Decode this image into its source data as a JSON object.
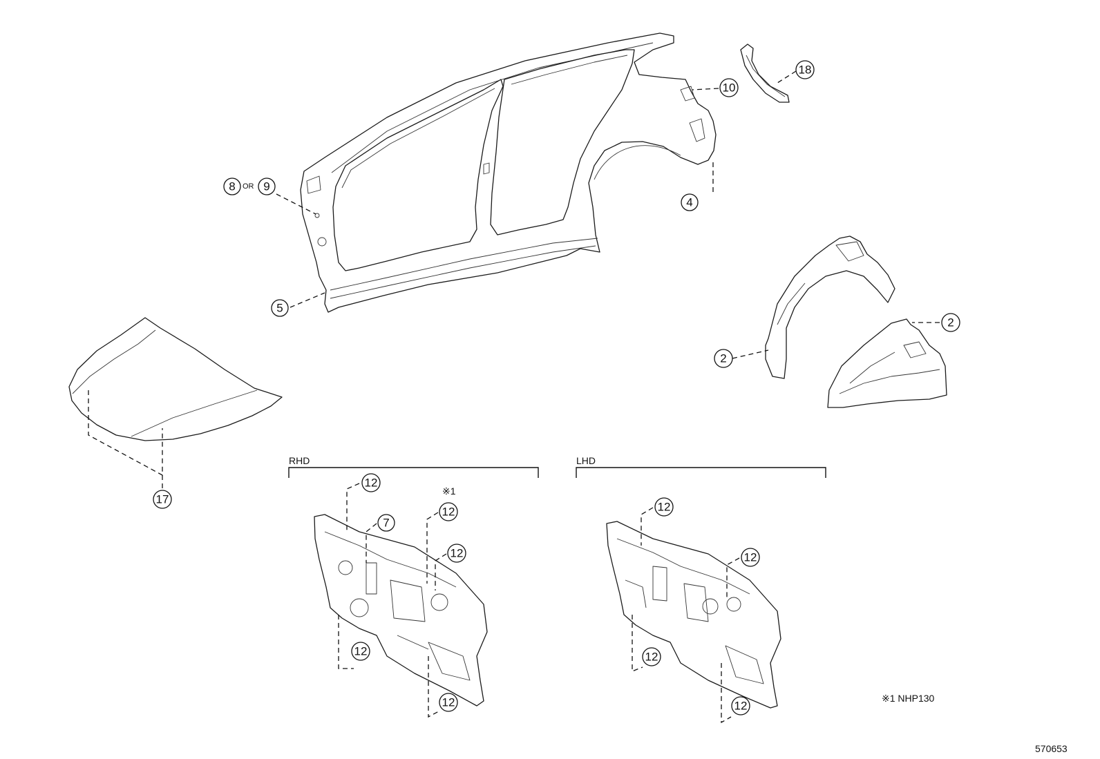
{
  "sections": {
    "rhd": "RHD",
    "lhd": "LHD"
  },
  "callouts": {
    "c4": "4",
    "c5": "5",
    "c8": "8",
    "c8_or": "OR",
    "c9": "9",
    "c10": "10",
    "c18": "18",
    "c2a": "2",
    "c2b": "2",
    "c17": "17",
    "rhd_12a": "12",
    "rhd_7": "7",
    "rhd_12b": "12",
    "rhd_12b_mark": "※1",
    "rhd_12c": "12",
    "rhd_12d": "12",
    "rhd_12e": "12",
    "lhd_12a": "12",
    "lhd_12b": "12",
    "lhd_12c": "12",
    "lhd_12d": "12"
  },
  "footnote": "※1 NHP130",
  "diagram_id": "570653"
}
